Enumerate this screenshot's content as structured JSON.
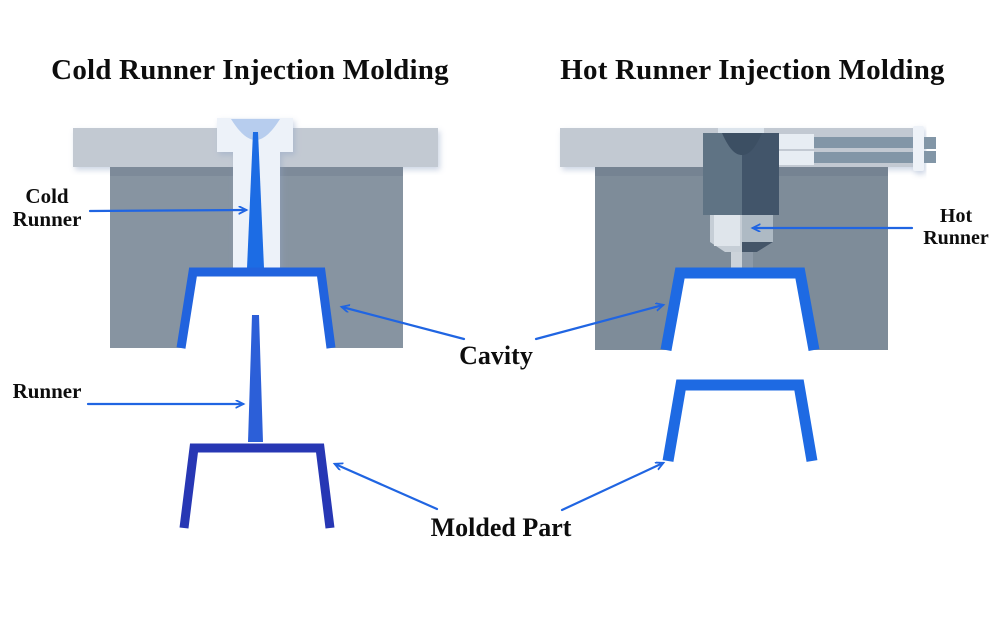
{
  "diagram": {
    "left": {
      "title": "Cold Runner Injection Molding",
      "labels": {
        "cold_runner_line1": "Cold",
        "cold_runner_line2": "Runner",
        "runner": "Runner"
      }
    },
    "right": {
      "title": "Hot Runner Injection Molding",
      "labels": {
        "hot_runner_line1": "Hot",
        "hot_runner_line2": "Runner"
      }
    },
    "shared": {
      "cavity": "Cavity",
      "molded_part": "Molded Part"
    },
    "colors": {
      "background": "#ffffff",
      "text": "#0d0d0d",
      "arrow_blue": "#2065e2",
      "plate_gray": "#c2c9d2",
      "mold_block_left": "#8794a1",
      "mold_block_right": "#7e8c99",
      "sprue_bushing_white": "#edf2f9",
      "funnel_light_blue": "#b7cdee",
      "sprue_blue": "#1c6ce4",
      "cavity_blue_left": "#2163de",
      "runner_stem_blue": "#2c5fd8",
      "molded_part_navy": "#2737b4",
      "cavity_blue_right": "#1e6ae3",
      "manifold_light": "#5f7384",
      "manifold_dark": "#42556a",
      "manifold_bowl": "#3c4f63",
      "nozzle_light": "#c6ced6",
      "nozzle_dark": "#445568",
      "rod_gray": "#8296a7",
      "connector_white": "#e7edf3"
    }
  }
}
